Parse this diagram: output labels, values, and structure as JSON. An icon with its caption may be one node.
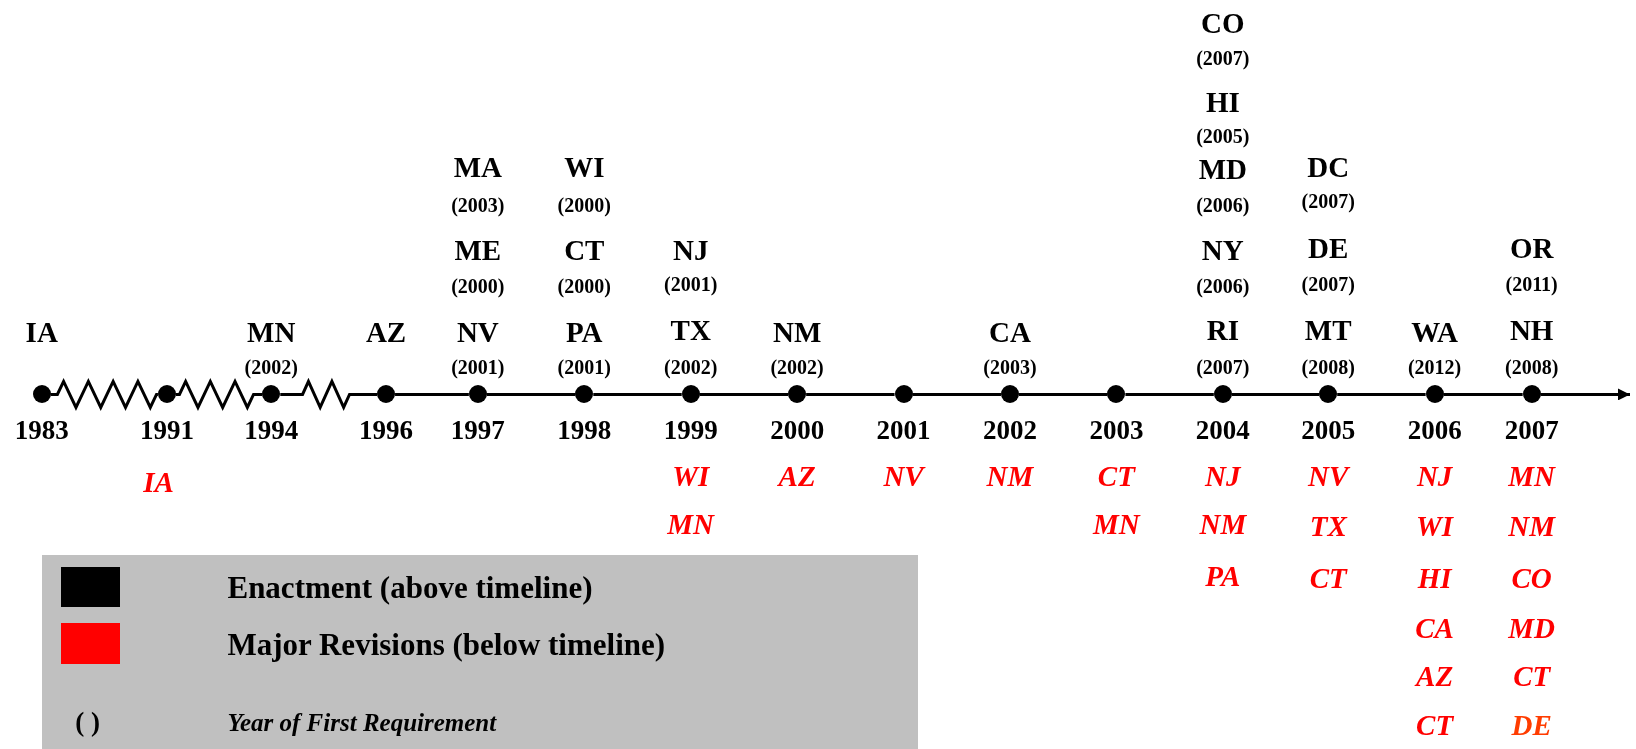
{
  "diagram": {
    "nodes": [
      {
        "text": [
          "1983"
        ]
      },
      {
        "text": [
          "1991"
        ]
      },
      {
        "text": [
          "1994"
        ]
      },
      {
        "text": [
          "1996"
        ]
      },
      {
        "text": [
          "1997"
        ]
      },
      {
        "text": [
          "1998"
        ]
      },
      {
        "text": [
          "1999"
        ]
      },
      {
        "text": [
          "2000"
        ]
      },
      {
        "text": [
          "2001"
        ]
      },
      {
        "text": [
          "2002"
        ]
      },
      {
        "text": [
          "2003"
        ]
      },
      {
        "text": [
          "2004"
        ]
      },
      {
        "text": [
          "2005"
        ]
      },
      {
        "text": [
          "2006"
        ]
      },
      {
        "text": [
          "2007"
        ]
      }
    ],
    "edges": [
      {
        "from": 0,
        "to": 1,
        "arrow": "none"
      },
      {
        "from": 1,
        "to": 2,
        "arrow": "none"
      },
      {
        "from": 2,
        "to": 3,
        "arrow": "none"
      },
      {
        "from": 3,
        "to": 4,
        "arrow": "none"
      },
      {
        "from": 4,
        "to": 5,
        "arrow": "none"
      },
      {
        "from": 5,
        "to": 6,
        "arrow": "none"
      },
      {
        "from": 6,
        "to": 7,
        "arrow": "none"
      },
      {
        "from": 7,
        "to": 8,
        "arrow": "none"
      },
      {
        "from": 8,
        "to": 9,
        "arrow": "none"
      },
      {
        "from": 9,
        "to": 10,
        "arrow": "none"
      },
      {
        "from": 10,
        "to": 11,
        "arrow": "none"
      },
      {
        "from": 11,
        "to": 12,
        "arrow": "none"
      },
      {
        "from": 12,
        "to": 13,
        "arrow": "none"
      },
      {
        "from": 13,
        "to": 14,
        "arrow": "none"
      },
      {
        "from": 14,
        "to": null,
        "arrow": "to"
      }
    ],
    "labels": [
      "CO",
      "(2007)",
      "HI",
      "(2005)",
      "MA",
      "WI",
      "MD",
      "DC",
      "(2003)",
      "(2000)",
      "(2006)",
      "(2007)",
      "ME",
      "CT",
      "NJ",
      "NY",
      "DE",
      "OR",
      "(2000)",
      "(2000)",
      "(2001)",
      "(2006)",
      "(2007)",
      "(2011)",
      "IA",
      "MN",
      "AZ",
      "NV",
      "PA",
      "TX",
      "NM",
      "CA",
      "RI",
      "MT",
      "WA",
      "NH",
      "(2002)",
      "(2001)",
      "(2001)",
      "(2002)",
      "(2002)",
      "(2003)",
      "(2007)",
      "(2008)",
      "(2012)",
      "(2008)",
      "IA",
      "WI",
      "AZ",
      "NV",
      "NM",
      "CT",
      "NJ",
      "NV",
      "NJ",
      "MN",
      "MN",
      "MN",
      "NM",
      "TX",
      "WI",
      "NM",
      "PA",
      "CT",
      "HI",
      "CO",
      "CA",
      "MD",
      "AZ",
      "CT",
      "CT",
      "DE",
      "( )"
    ],
    "legend": [
      {
        "text": "Enactment (above timeline)",
        "color": "#000000"
      },
      {
        "text": "Major Revisions (below timeline)",
        "color": "#ff0000"
      },
      {
        "text": "Year of First Requirement"
      }
    ]
  }
}
